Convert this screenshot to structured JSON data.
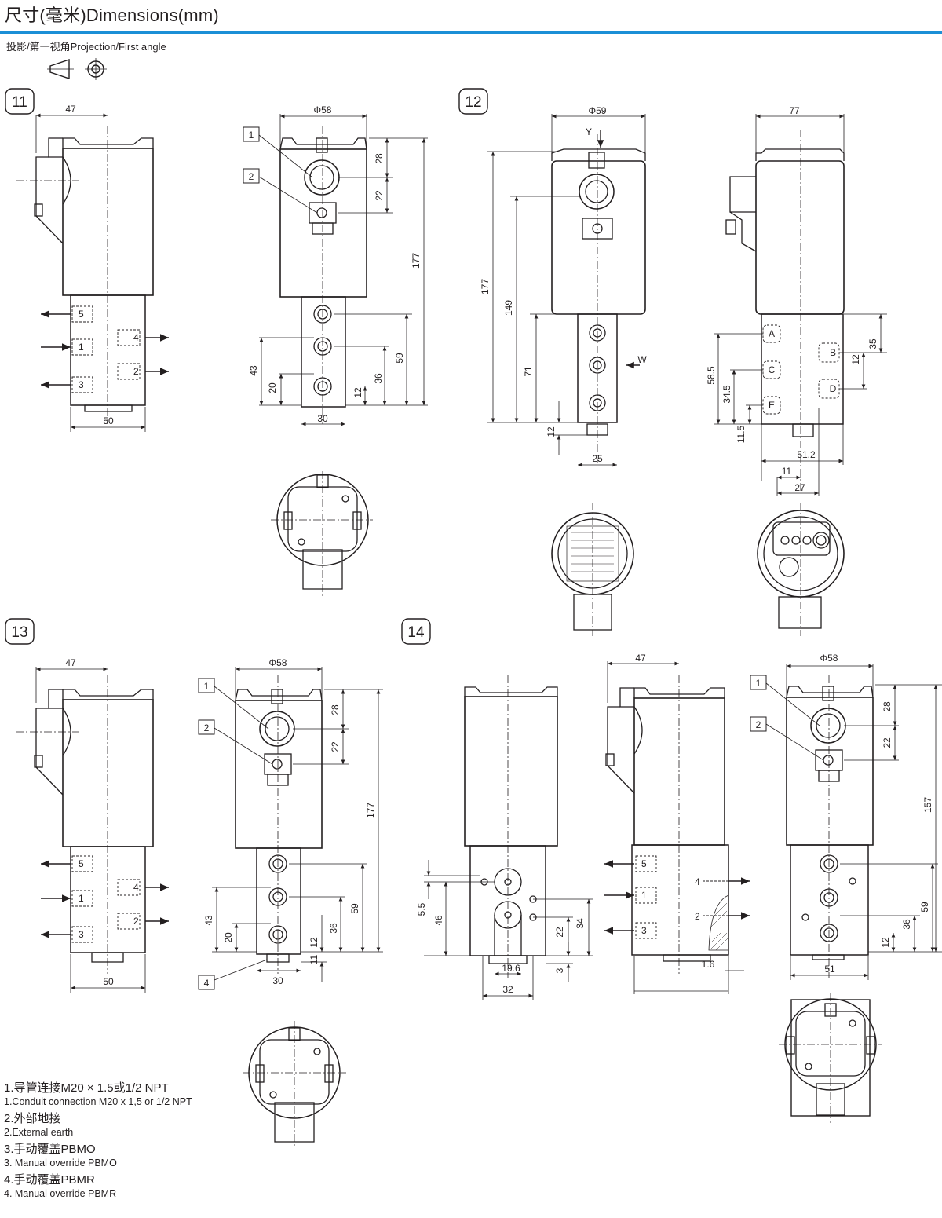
{
  "header": {
    "title": "尺寸(毫米)Dimensions(mm)",
    "projection": "投影/第一视角Projection/First angle"
  },
  "figures": {
    "f11": {
      "number": "11",
      "side": {
        "width_top": "47",
        "ports": [
          "5",
          "1",
          "3"
        ],
        "ports_right": [
          "4",
          "2"
        ],
        "width_bottom": "50"
      },
      "front": {
        "callouts": [
          "1",
          "2"
        ],
        "diameter": "Φ58",
        "dims": [
          "28",
          "22",
          "177",
          "59",
          "43",
          "20",
          "36",
          "12",
          "30"
        ]
      }
    },
    "f12": {
      "number": "12",
      "front": {
        "diameter": "Φ59",
        "arrow_y": "Y",
        "arrow_w": "W",
        "dims": [
          "177",
          "149",
          "71",
          "12",
          "25"
        ]
      },
      "side": {
        "width_top": "77",
        "ports": [
          "A",
          "B",
          "C",
          "D",
          "E"
        ],
        "dims": [
          "35",
          "12",
          "58.5",
          "34.5",
          "11.5",
          "51.2",
          "11",
          "27"
        ]
      }
    },
    "f13": {
      "number": "13",
      "side": {
        "width_top": "47",
        "ports": [
          "5",
          "1",
          "3"
        ],
        "ports_right": [
          "4",
          "2"
        ],
        "width_bottom": "50"
      },
      "front": {
        "callouts": [
          "1",
          "2",
          "4"
        ],
        "diameter": "Φ58",
        "dims": [
          "28",
          "22",
          "177",
          "59",
          "43",
          "20",
          "36",
          "12",
          "11",
          "30"
        ]
      }
    },
    "f14": {
      "number": "14",
      "rear": {
        "dims": [
          "5.5",
          "46",
          "22",
          "34",
          "3",
          "19.6",
          "32"
        ]
      },
      "side": {
        "width_top": "47",
        "ports": [
          "5",
          "1",
          "3"
        ],
        "ports_right": [
          "4",
          "2"
        ],
        "dims": [
          "1.6"
        ]
      },
      "front": {
        "callouts": [
          "1",
          "2"
        ],
        "diameter": "Φ58",
        "dims": [
          "28",
          "22",
          "157",
          "59",
          "36",
          "12",
          "51"
        ]
      }
    }
  },
  "notes": [
    {
      "cn": "1.导管连接M20 × 1.5或1/2 NPT",
      "en": "1.Conduit connection M20 x 1,5 or 1/2 NPT"
    },
    {
      "cn": "2.外部地接",
      "en": "2.External earth"
    },
    {
      "cn": "3.手动覆盖PBMO",
      "en": "3. Manual override PBMO"
    },
    {
      "cn": "4.手动覆盖PBMR",
      "en": "4. Manual override PBMR"
    }
  ]
}
